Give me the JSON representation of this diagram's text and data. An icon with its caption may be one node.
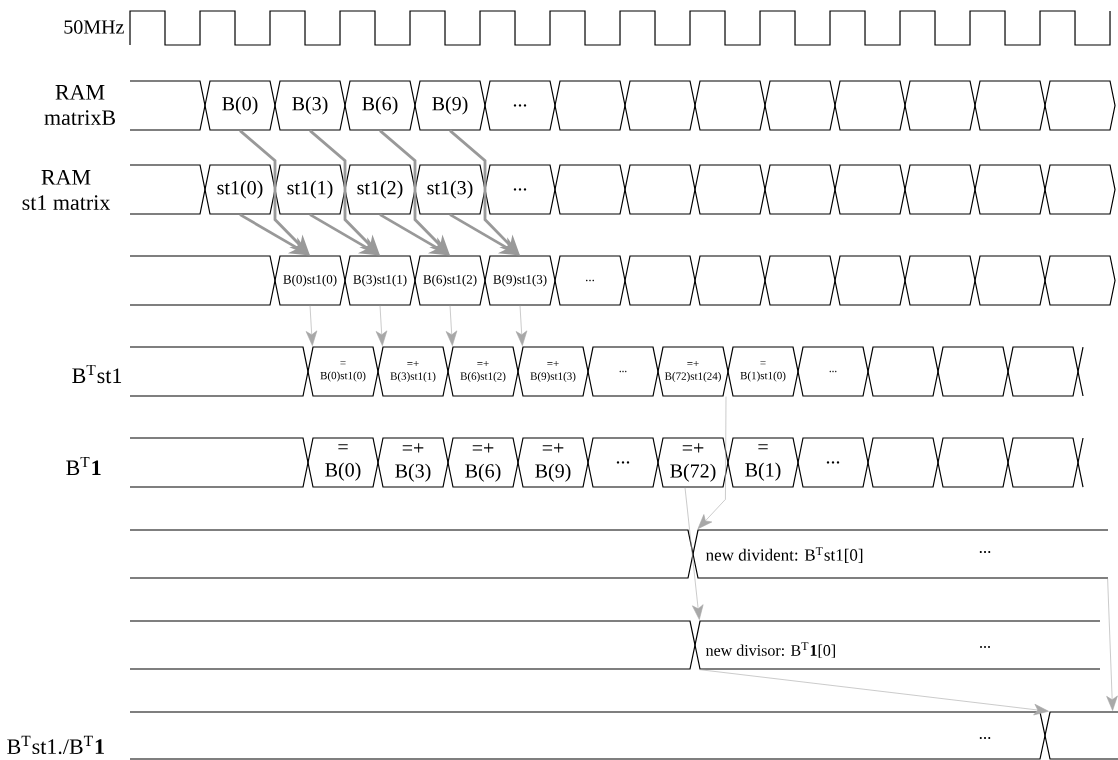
{
  "diagram": {
    "nodes": [
      {
        "text": [
          "B(0)"
        ]
      },
      {
        "text": [
          "B(3)"
        ]
      },
      {
        "text": [
          "B(6)"
        ]
      },
      {
        "text": [
          "B(9)"
        ]
      },
      {
        "text": [
          "..."
        ]
      },
      {
        "text": [],
        "shape": "hexagon"
      },
      {
        "text": [],
        "shape": "hexagon"
      },
      {
        "text": [],
        "shape": "hexagon"
      },
      {
        "text": [],
        "shape": "hexagon"
      },
      {
        "text": [],
        "shape": "hexagon"
      },
      {
        "text": [],
        "shape": "hexagon"
      },
      {
        "text": [],
        "shape": "hexagon"
      },
      {
        "text": [],
        "shape": "hexagon"
      },
      {
        "text": [
          "st1(0)"
        ]
      },
      {
        "text": [
          "st1(1)"
        ]
      },
      {
        "text": [
          "st1(2)"
        ]
      },
      {
        "text": [
          "st1(3)"
        ]
      },
      {
        "text": [
          "..."
        ]
      },
      {
        "text": [],
        "shape": "hexagon"
      },
      {
        "text": [],
        "shape": "hexagon"
      },
      {
        "text": [],
        "shape": "hexagon"
      },
      {
        "text": [],
        "shape": "hexagon"
      },
      {
        "text": [],
        "shape": "hexagon"
      },
      {
        "text": [],
        "shape": "hexagon"
      },
      {
        "text": [],
        "shape": "hexagon"
      },
      {
        "text": [],
        "shape": "hexagon"
      },
      {
        "text": [
          "B(0)st1(0)"
        ]
      },
      {
        "text": [
          "B(3)st1(1)"
        ]
      },
      {
        "text": [
          "B(6)st1(2)"
        ]
      },
      {
        "text": [
          "B(9)st1(3)"
        ]
      },
      {
        "text": [
          "..."
        ]
      },
      {
        "text": [],
        "shape": "hexagon"
      },
      {
        "text": [],
        "shape": "hexagon"
      },
      {
        "text": [],
        "shape": "hexagon"
      },
      {
        "text": [],
        "shape": "hexagon"
      },
      {
        "text": [],
        "shape": "hexagon"
      },
      {
        "text": [],
        "shape": "hexagon"
      },
      {
        "text": [],
        "shape": "hexagon"
      },
      {
        "text": [
          "=",
          "B(0)st1(0)"
        ]
      },
      {
        "text": [
          "=+",
          "B(3)st1(1)"
        ]
      },
      {
        "text": [
          "=+",
          "B(6)st1(2)"
        ]
      },
      {
        "text": [
          "=+",
          "B(9)st1(3)"
        ]
      },
      {
        "text": [
          "..."
        ]
      },
      {
        "text": [
          "=+",
          "B(72)st1(24)"
        ]
      },
      {
        "text": [
          "=",
          "B(1)st1(0)"
        ]
      },
      {
        "text": [
          "..."
        ]
      },
      {
        "text": [],
        "shape": "hexagon"
      },
      {
        "text": [],
        "shape": "hexagon"
      },
      {
        "text": [],
        "shape": "hexagon"
      },
      {
        "text": [
          "=",
          "B(0)"
        ]
      },
      {
        "text": [
          "=+",
          "B(3)"
        ]
      },
      {
        "text": [
          "=+",
          "B(6)"
        ]
      },
      {
        "text": [
          "=+",
          "B(9)"
        ]
      },
      {
        "text": [
          "..."
        ]
      },
      {
        "text": [
          "=+",
          "B(72)"
        ]
      },
      {
        "text": [
          "=",
          "B(1)"
        ]
      },
      {
        "text": [
          "..."
        ]
      },
      {
        "text": [],
        "shape": "hexagon"
      },
      {
        "text": [],
        "shape": "hexagon"
      },
      {
        "text": [],
        "shape": "hexagon"
      },
      {
        "text": [
          "new divident: B$^{T}$st1[0]",
          "..."
        ]
      },
      {
        "text": [
          "new divisor: B$^{T}$**1**[0]",
          "..."
        ]
      },
      {
        "text": [],
        "shape": "box"
      }
    ],
    "edges": [
      {
        "from": 0,
        "to": 26,
        "arrow": "to",
        "style": "thick"
      },
      {
        "from": 13,
        "to": 26,
        "arrow": "to",
        "style": "thick"
      },
      {
        "from": 1,
        "to": 27,
        "arrow": "to",
        "style": "thick"
      },
      {
        "from": 14,
        "to": 27,
        "arrow": "to",
        "style": "thick"
      },
      {
        "from": 2,
        "to": 28,
        "arrow": "to",
        "style": "thick"
      },
      {
        "from": 15,
        "to": 28,
        "arrow": "to",
        "style": "thick"
      },
      {
        "from": 3,
        "to": 29,
        "arrow": "to",
        "style": "thick"
      },
      {
        "from": 16,
        "to": 29,
        "arrow": "to",
        "style": "thick"
      },
      {
        "from": 26,
        "to": 38,
        "arrow": "to"
      },
      {
        "from": 27,
        "to": 39,
        "arrow": "to"
      },
      {
        "from": 28,
        "to": 40,
        "arrow": "to"
      },
      {
        "from": 29,
        "to": 41,
        "arrow": "to"
      },
      {
        "from": 43,
        "to": 60,
        "arrow": "to"
      },
      {
        "from": 54,
        "to": 61,
        "arrow": "to"
      },
      {
        "from": 60,
        "to": 62,
        "arrow": "to"
      },
      {
        "from": 61,
        "to": 62,
        "arrow": "to"
      }
    ],
    "labels": [
      "50MHz",
      "RAM matrixB",
      "RAM st1 matrix",
      "B$^{T}$st1",
      "B$^{T}$**1**",
      "B$^{T}$st1./B$^{T}$**1**",
      "..."
    ]
  }
}
